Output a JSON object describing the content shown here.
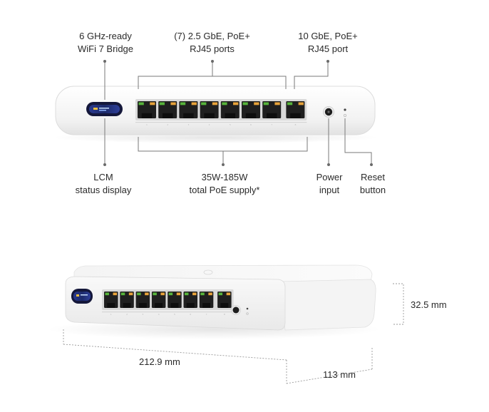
{
  "callouts": {
    "wifi_bridge": [
      "6 GHz-ready",
      "WiFi 7 Bridge"
    ],
    "ports_25": [
      "(7) 2.5 GbE, PoE+",
      "RJ45 ports"
    ],
    "port_10": [
      "10 GbE, PoE+",
      "RJ45 port"
    ],
    "lcm": [
      "LCM",
      "status display"
    ],
    "poe_supply": [
      "35W-185W",
      "total PoE supply*"
    ],
    "power": [
      "Power",
      "input"
    ],
    "reset": [
      "Reset",
      "button"
    ]
  },
  "dimensions": {
    "height": "32.5 mm",
    "width": "212.9 mm",
    "depth": "113 mm"
  },
  "port_numbers": [
    "1",
    "2",
    "3",
    "4",
    "5",
    "6",
    "7",
    "8"
  ],
  "colors": {
    "port_led_green": "#57b43b",
    "port_led_amber": "#e8a33a",
    "device_body": "#f3f3f3",
    "callout_line": "#7a7a7a"
  }
}
